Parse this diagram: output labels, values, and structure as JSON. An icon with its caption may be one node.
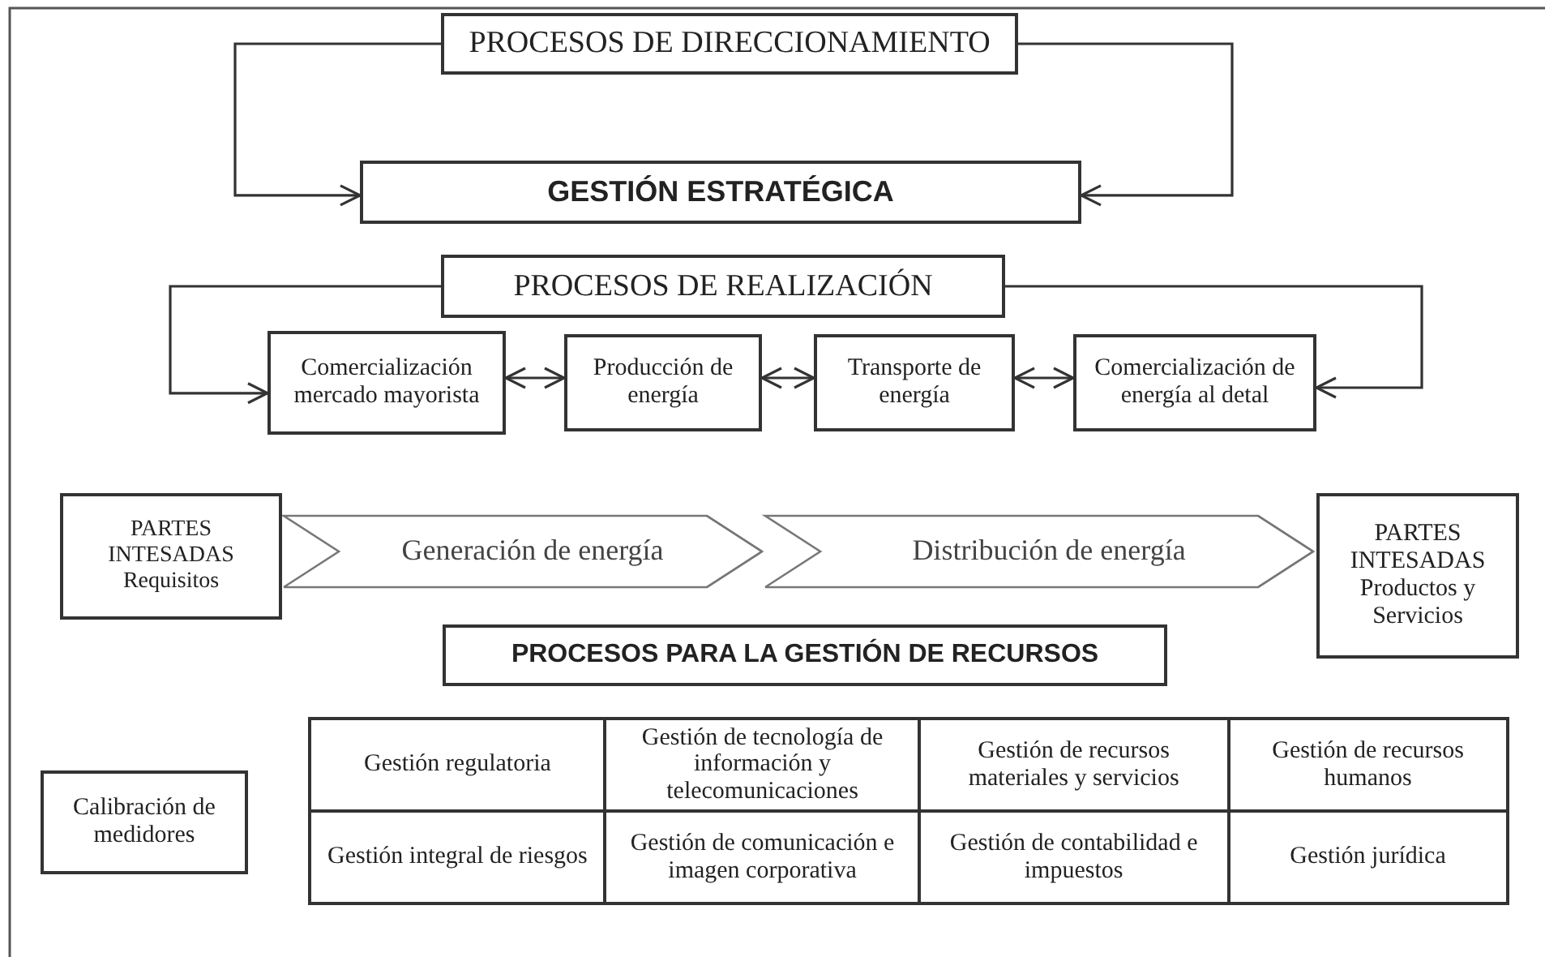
{
  "diagram": {
    "nodes": [
      {
        "text": [
          "PROCESOS DE DIRECCIONAMIENTO"
        ]
      },
      {
        "text": [
          "GESTIÓN ESTRATÉGICA"
        ]
      },
      {
        "text": [
          "PROCESOS DE REALIZACIÓN"
        ]
      },
      {
        "text": [
          "Comercialización mercado mayorista"
        ]
      },
      {
        "text": [
          "Producción de energía"
        ]
      },
      {
        "text": [
          "Transporte de energía"
        ]
      },
      {
        "text": [
          "Comercialización de energía al detal"
        ]
      },
      {
        "text": [
          "PARTES INTESADAS",
          "Requisitos"
        ]
      },
      {
        "text": [
          "PARTES INTESADAS",
          "Productos y Servicios"
        ]
      },
      {
        "text": [
          "PROCESOS PARA LA GESTIÓN DE RECURSOS"
        ]
      },
      {
        "text": [
          "Calibración de medidores"
        ]
      }
    ],
    "edges": [
      {
        "from": 0,
        "to": 1,
        "arrow": "to"
      },
      {
        "from": 0,
        "to": 1,
        "arrow": "to"
      },
      {
        "from": 2,
        "to": 3,
        "arrow": "to"
      },
      {
        "from": 3,
        "to": 4,
        "arrow": "both"
      },
      {
        "from": 4,
        "to": 5,
        "arrow": "both"
      },
      {
        "from": 5,
        "to": 6,
        "arrow": "both"
      },
      {
        "from": 2,
        "to": 6,
        "arrow": "to"
      },
      {
        "from": 7,
        "to": null,
        "arrow": "to",
        "label": "Generación de energía"
      },
      {
        "from": null,
        "to": 8,
        "arrow": "to",
        "label": "Distribución de energía"
      }
    ],
    "labels": [
      "Gestión regulatoria",
      "Gestión de tecnología de información y telecomunicaciones",
      "Gestión de recursos materiales y servicios",
      "Gestión de recursos humanos",
      "Gestión integral de riesgos",
      "Gestión de comunicación e imagen corporativa",
      "Gestión de contabilidad e impuestos",
      "Gestión jurídica"
    ]
  }
}
